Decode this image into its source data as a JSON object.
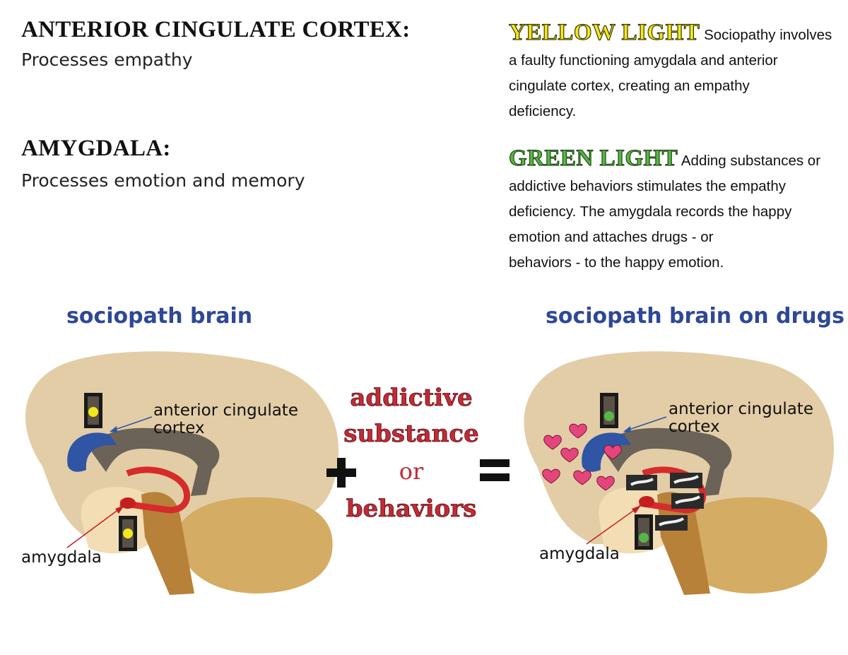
{
  "definitions": [
    {
      "term": "ANTERIOR CINGULATE CORTEX:",
      "description": "Processes empathy"
    },
    {
      "term": "AMYGDALA:",
      "description": "Processes emotion and memory"
    }
  ],
  "lights": {
    "yellow": {
      "title": "YELLOW LIGHT",
      "lines": [
        " Sociopathy involves",
        "a faulty functioning amygdala and anterior",
        "cingulate cortex, creating an empathy",
        "deficiency."
      ]
    },
    "green": {
      "title": "GREEN LIGHT",
      "lines": [
        " Adding substances or",
        "addictive behaviors stimulates the empathy",
        "deficiency. The amygdala records the happy",
        "emotion and attaches drugs - or",
        "behaviors - to the happy emotion."
      ]
    }
  },
  "brains": {
    "left": {
      "title": "sociopath brain",
      "acc_label_1": "anterior cingulate",
      "acc_label_2": "cortex",
      "amygdala_label": "amygdala"
    },
    "right": {
      "title": "sociopath brain on drugs",
      "acc_label_1": "anterior cingulate",
      "acc_label_2": "cortex",
      "amygdala_label": "amygdala"
    }
  },
  "equation": {
    "line1": "addictive",
    "line2": "substance",
    "line3": "or",
    "line4": "behaviors"
  },
  "colors": {
    "brain": "#e3cda7",
    "cerebellum": "#d4ac63",
    "brainstem": "#b7813a",
    "acc": "#2f55a4",
    "corpus": "#6b6258",
    "amygdala": "#d62b2b",
    "title_blue": "#2e4897",
    "red_text": "#c12b35",
    "yellow": "#f3e71c",
    "green": "#58b548",
    "heart": "#e4457c"
  }
}
